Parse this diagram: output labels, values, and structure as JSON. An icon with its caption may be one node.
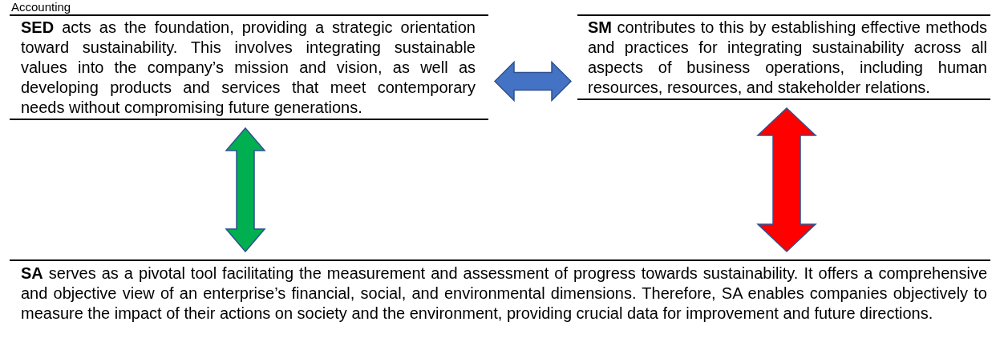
{
  "diagram": {
    "nodes": [
      {
        "text": [
          "**SED** acts as the foundation, providing a strategic orientation toward sustainability. This involves integrating sustainable values into the company’s mission and vision, as well as developing products and services that meet contemporary needs without compromising future generations."
        ]
      },
      {
        "text": [
          "**SM** contributes to this by establishing effective methods and practices for integrating sustainability across all aspects of business operations, including human resources, resources, and stakeholder relations."
        ]
      },
      {
        "text": [
          "**SA** serves as a pivotal tool facilitating the measurement and assessment of progress towards sustainability. It offers a comprehensive and objective view of an enterprise’s financial, social, and environmental dimensions. Therefore, SA enables companies objectively to measure the impact of their actions on society and the environment, providing crucial data for improvement and future directions."
        ]
      }
    ],
    "edges": [
      {
        "from": 0,
        "to": 1,
        "arrow": "both",
        "color": "#4472c4"
      },
      {
        "from": 0,
        "to": 2,
        "arrow": "both",
        "color": "#00b050"
      },
      {
        "from": 1,
        "to": 2,
        "arrow": "both",
        "color": "#ff0000"
      }
    ],
    "labels": [
      "Accounting"
    ]
  }
}
